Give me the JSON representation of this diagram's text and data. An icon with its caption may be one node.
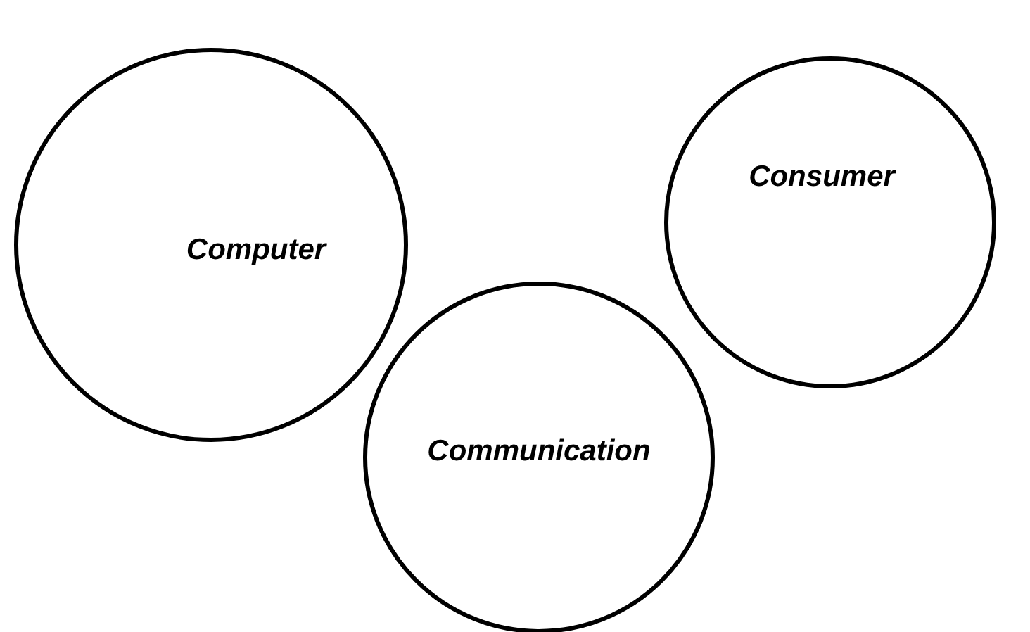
{
  "diagram": {
    "nodes": [
      {
        "text": [
          "Computer"
        ]
      },
      {
        "text": [
          "Consumer"
        ]
      },
      {
        "text": [
          "Communication"
        ]
      }
    ]
  }
}
